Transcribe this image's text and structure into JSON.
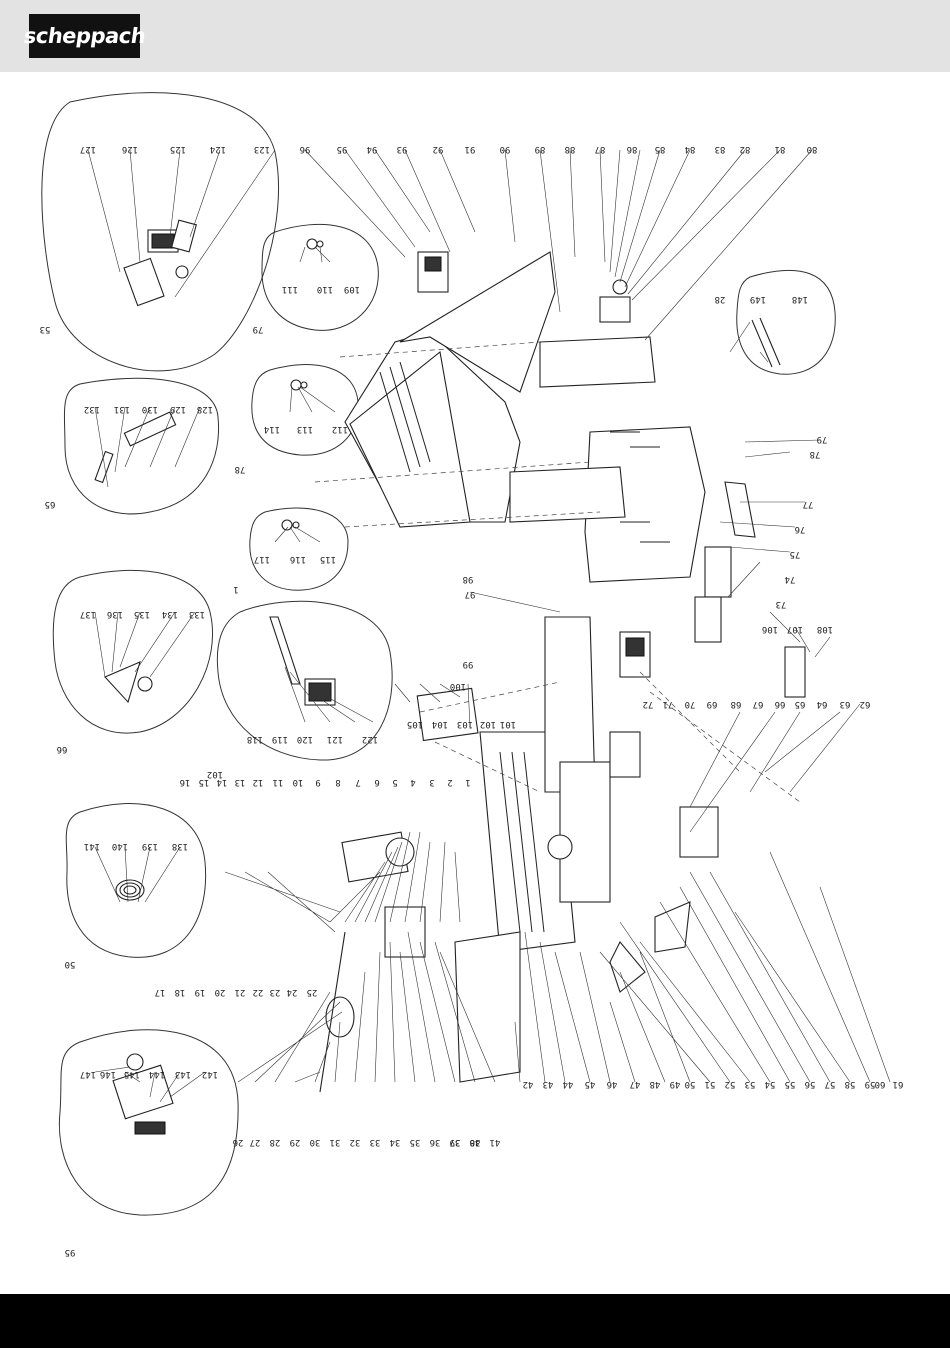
{
  "header": {
    "brand": "scheppach",
    "background_color": "#e3e3e3",
    "logo_color": "#111111"
  },
  "footer": {
    "color": "#000000"
  },
  "diagram": {
    "part_numbers": [
      "1",
      "2",
      "3",
      "4",
      "5",
      "6",
      "7",
      "8",
      "9",
      "10",
      "11",
      "12",
      "13",
      "14",
      "15",
      "16",
      "17",
      "18",
      "19",
      "20",
      "21",
      "22",
      "23",
      "24",
      "25",
      "26",
      "27",
      "28",
      "29",
      "30",
      "31",
      "32",
      "33",
      "34",
      "35",
      "36",
      "37",
      "38",
      "39",
      "40",
      "41",
      "42",
      "43",
      "44",
      "45",
      "46",
      "47",
      "48",
      "49",
      "50",
      "51",
      "52",
      "53",
      "54",
      "55",
      "56",
      "57",
      "58",
      "59",
      "60",
      "61",
      "62",
      "63",
      "64",
      "65",
      "66",
      "67",
      "68",
      "69",
      "70",
      "71",
      "72",
      "73",
      "74",
      "75",
      "76",
      "77",
      "78",
      "79",
      "80",
      "81",
      "82",
      "83",
      "84",
      "85",
      "86",
      "87",
      "88",
      "89",
      "90",
      "91",
      "92",
      "93",
      "94",
      "95",
      "96",
      "97",
      "98",
      "99",
      "100",
      "101",
      "102",
      "103",
      "104",
      "105",
      "106",
      "107",
      "108",
      "109",
      "110",
      "111",
      "112",
      "113",
      "114",
      "115",
      "116",
      "117",
      "118",
      "119",
      "120",
      "121",
      "122",
      "123",
      "124",
      "125",
      "126",
      "127",
      "128",
      "129",
      "130",
      "131",
      "132",
      "133",
      "134",
      "135",
      "136",
      "137",
      "138",
      "139",
      "140",
      "141",
      "142",
      "143",
      "144",
      "145",
      "146",
      "147",
      "148",
      "149"
    ],
    "group_labels": [
      "53",
      "65",
      "66",
      "50",
      "95",
      "79",
      "78",
      "1",
      "102",
      "28"
    ]
  }
}
